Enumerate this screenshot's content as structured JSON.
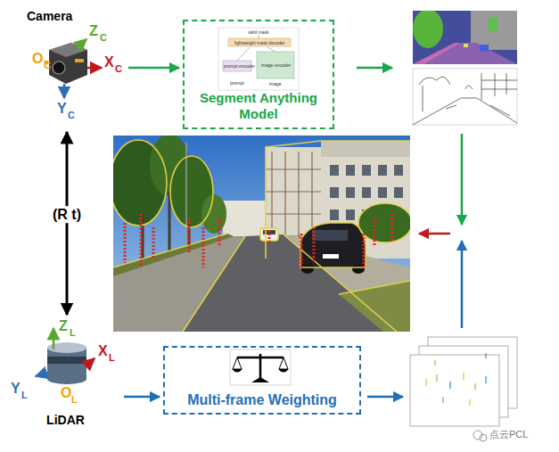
{
  "diagram": {
    "nodes": [
      {
        "text": [
          "Camera"
        ]
      },
      {
        "text": [
          "Segment Anything Model"
        ]
      },
      {
        "text": [
          "LiDAR"
        ]
      },
      {
        "text": [
          "Multi-frame Weighting"
        ]
      }
    ],
    "edges": [
      {
        "from": 0,
        "to": 1,
        "arrow": "to"
      },
      {
        "from": 2,
        "to": 3,
        "arrow": "to"
      },
      {
        "from": 0,
        "to": 2,
        "label": "(R t)",
        "arrow": "both"
      }
    ],
    "labels": [
      "O",
      "C",
      "Z",
      "C",
      "X",
      "C",
      "Y",
      "C",
      "valid mask",
      "lightweight mask decoder",
      "prompt encoder",
      "image encoder",
      "prompt",
      "image",
      "Z",
      "L",
      "X",
      "L",
      "Y",
      "L",
      "O",
      "L",
      "点云PCL"
    ]
  }
}
